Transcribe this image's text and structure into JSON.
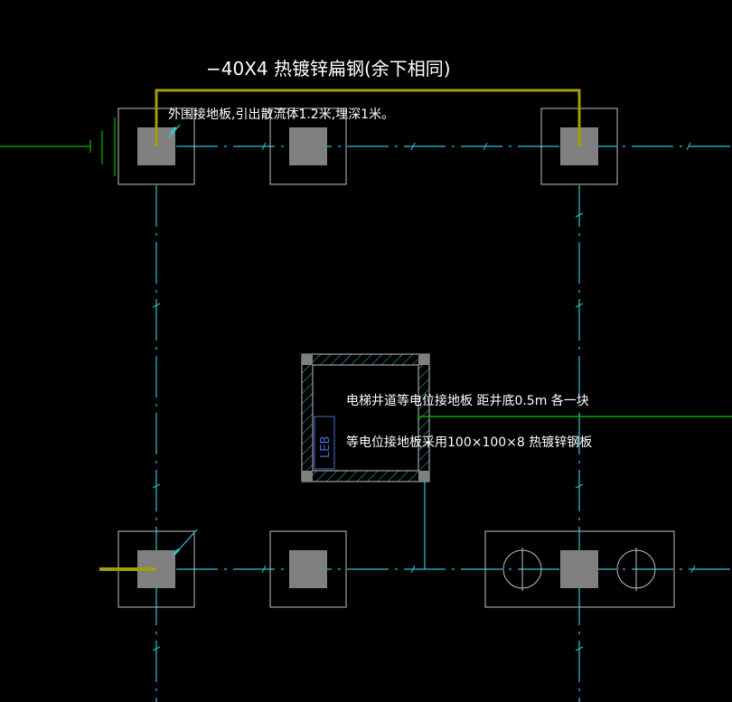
{
  "colors": {
    "background": "#000000",
    "axis": "#2ec4d6",
    "pad_outline": "#bfbfbf",
    "pad_fill": "#808080",
    "flat_steel": "#a0a000",
    "green_line": "#00b000",
    "text": "#ffffff",
    "hatch": "#2ec4d6",
    "leb_label": "#4a6cd8"
  },
  "labels": {
    "flat_steel_spec": "−40X4 热镀锌扁钢(余下相同)",
    "outer_plate_note": "外围接地板,引出散流体1.2米,埋深1米。",
    "elevator_plate_note": "电梯井道等电位接地板 距井底0.5m 各一块",
    "plate_spec_note": "等电位接地板采用100×100×8 热镀锌钢板",
    "leb": "LEB"
  }
}
